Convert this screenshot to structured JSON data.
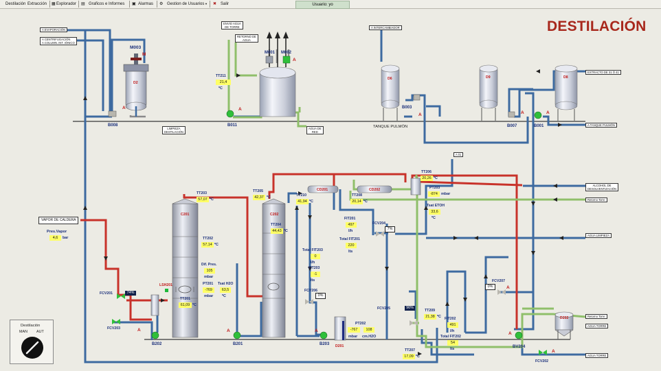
{
  "menu": {
    "destilacion": "Destilación",
    "extraccion": "Extracción",
    "explorador": "Explorador",
    "graficos": "Graficos e Informes",
    "alarmas": "Alarmas",
    "gestion": "Gestion de Usuarios",
    "salir": "Salir"
  },
  "user_label": "Usuario: yo",
  "title": "DESTILACIÓN",
  "tags": {
    "a_evaporacion": "A EVAPORACIÓN",
    "a_centrifugacion": "A CENTRIFUGACIÓN\nA COLUMN. INT. IÓNICO",
    "envio_agua": "ENVIO AGUA\nDE TORRE",
    "retorno_agua": "RETORNO DE\nAGUA",
    "a_intercambiador": "A INTERCAMBIADOR",
    "extracto": "EXTRACTO DE 31 Ó 41",
    "a_tanque_pulmon": "A TANQUE PULMÓN",
    "limpieza": "LIMPIEZA\nDESTILACIÓN",
    "agua_red": "AGUA DE\nRED",
    "a01": "A 01",
    "alcohol": "ALCOHOL DE\nDESOLVENTIZACIÓN",
    "retorno_torre_1": "Retorno Torre",
    "agua_limpieza": "AGUA LIMPIEZA",
    "vapor": "VAPOR DE CALDERA",
    "retorno_torre_2": "Retorno Torre",
    "agua_torre_1": "AGUA TORRE",
    "agua_torre_2": "AGUA TORRE"
  },
  "equipment": {
    "m003": "M003",
    "m": "M",
    "d2": "D2",
    "b008": "B008",
    "b011": "B011",
    "m001": "M001",
    "m002": "M002",
    "d6": "D6",
    "d9": "D9",
    "d8": "D8",
    "b003": "B003",
    "b007": "B007",
    "b001": "B001",
    "tanque_pulmon": "TANQUE PULMÓN",
    "c201": "C201",
    "c202": "C202",
    "cd201": "CD201",
    "cd202": "CD202",
    "b202": "B202",
    "b201": "B201",
    "b203": "B203",
    "d201": "D201",
    "bv204": "BV204",
    "d202": "D202",
    "fcv201": "FCV201",
    "fcv203": "FCV203",
    "fcv204": "FCV204",
    "fcv205": "FCV205",
    "fcv206": "FCV206",
    "fcv207": "FCV207",
    "fcv202": "FCV202",
    "lsh201": "LSH201",
    "a": "A"
  },
  "instruments": {
    "tt211": {
      "label": "TT211",
      "value": "21,4",
      "unit": "ºC"
    },
    "tt203": {
      "label": "TT203",
      "value": "57,07",
      "unit": "ºC"
    },
    "tt205": {
      "label": "TT205",
      "value": "42,37",
      "unit": "ºC"
    },
    "tt204": {
      "label": "TT204",
      "value": "44,43",
      "unit": "ºC"
    },
    "tt202": {
      "label": "TT202",
      "value": "57,14",
      "unit": "ºC"
    },
    "tt201": {
      "label": "TT201",
      "value": "61,09",
      "unit": "ºC"
    },
    "tt210": {
      "label": "TT210",
      "value": "41,94",
      "unit": "ºC"
    },
    "tt208": {
      "label": "TT208",
      "value": "20,14",
      "unit": "ºC"
    },
    "tt206": {
      "label": "TT206",
      "value": "20,26",
      "unit": "ºC"
    },
    "pt203": {
      "label": "PT203",
      "value": "-874",
      "unit": "mbar"
    },
    "tsat_etoh": {
      "label": "Tsat ETOH",
      "value": "33,6",
      "unit": "ºC"
    },
    "dif_pres": {
      "label": "Dif. Pres.",
      "value": "105",
      "unit": "mbar"
    },
    "pt201": {
      "label": "PT201",
      "value": "-769",
      "unit": "mbar"
    },
    "tsat_h2o": {
      "label": "Tsat H2O",
      "value": "63,5",
      "unit": "ºC"
    },
    "fit201": {
      "label": "FIT201",
      "value": "497",
      "unit": "l/h"
    },
    "total_fit201": {
      "label": "Total FIT201",
      "value": "220",
      "unit": "lts"
    },
    "total_fit203": {
      "label": "Total FIT203",
      "value": "0",
      "unit": ""
    },
    "fit203": {
      "label": "FIT203",
      "value": "-1",
      "unit": "l/h"
    },
    "fit203_lts": {
      "unit": "lts"
    },
    "pt202": {
      "label": "PT202",
      "value1": "-767",
      "value2": "108",
      "unit1": "mbar",
      "unit2": "cm.H2O"
    },
    "tt209": {
      "label": "TT209",
      "value": "21,38",
      "unit": "ºC"
    },
    "fit202": {
      "label": "FIT202",
      "value": "491",
      "unit": "l/h"
    },
    "total_fit202": {
      "label": "Total FIT202",
      "value": "54",
      "unit": "lts"
    },
    "tt207": {
      "label": "TT207",
      "value": "17,09",
      "unit": "ºC"
    },
    "pres_vapor": {
      "label": "Pres.Vapor",
      "value": "4,6",
      "unit": "bar"
    }
  },
  "valves": {
    "fcv201_pct": "74%",
    "fcv204_pct": "7%",
    "fcv206_pct": "0%",
    "fcv205_pct": "96%",
    "fcv207_pct": "0%"
  },
  "panel": {
    "title": "Destilación",
    "man": "MAN",
    "aut": "AUT"
  },
  "colors": {
    "pipe_blue": "#3d6aa0",
    "pipe_red": "#c8322a",
    "pipe_green": "#8fbf6a",
    "pipe_gray": "#8a8a8a",
    "accent_title": "#a8281c"
  }
}
